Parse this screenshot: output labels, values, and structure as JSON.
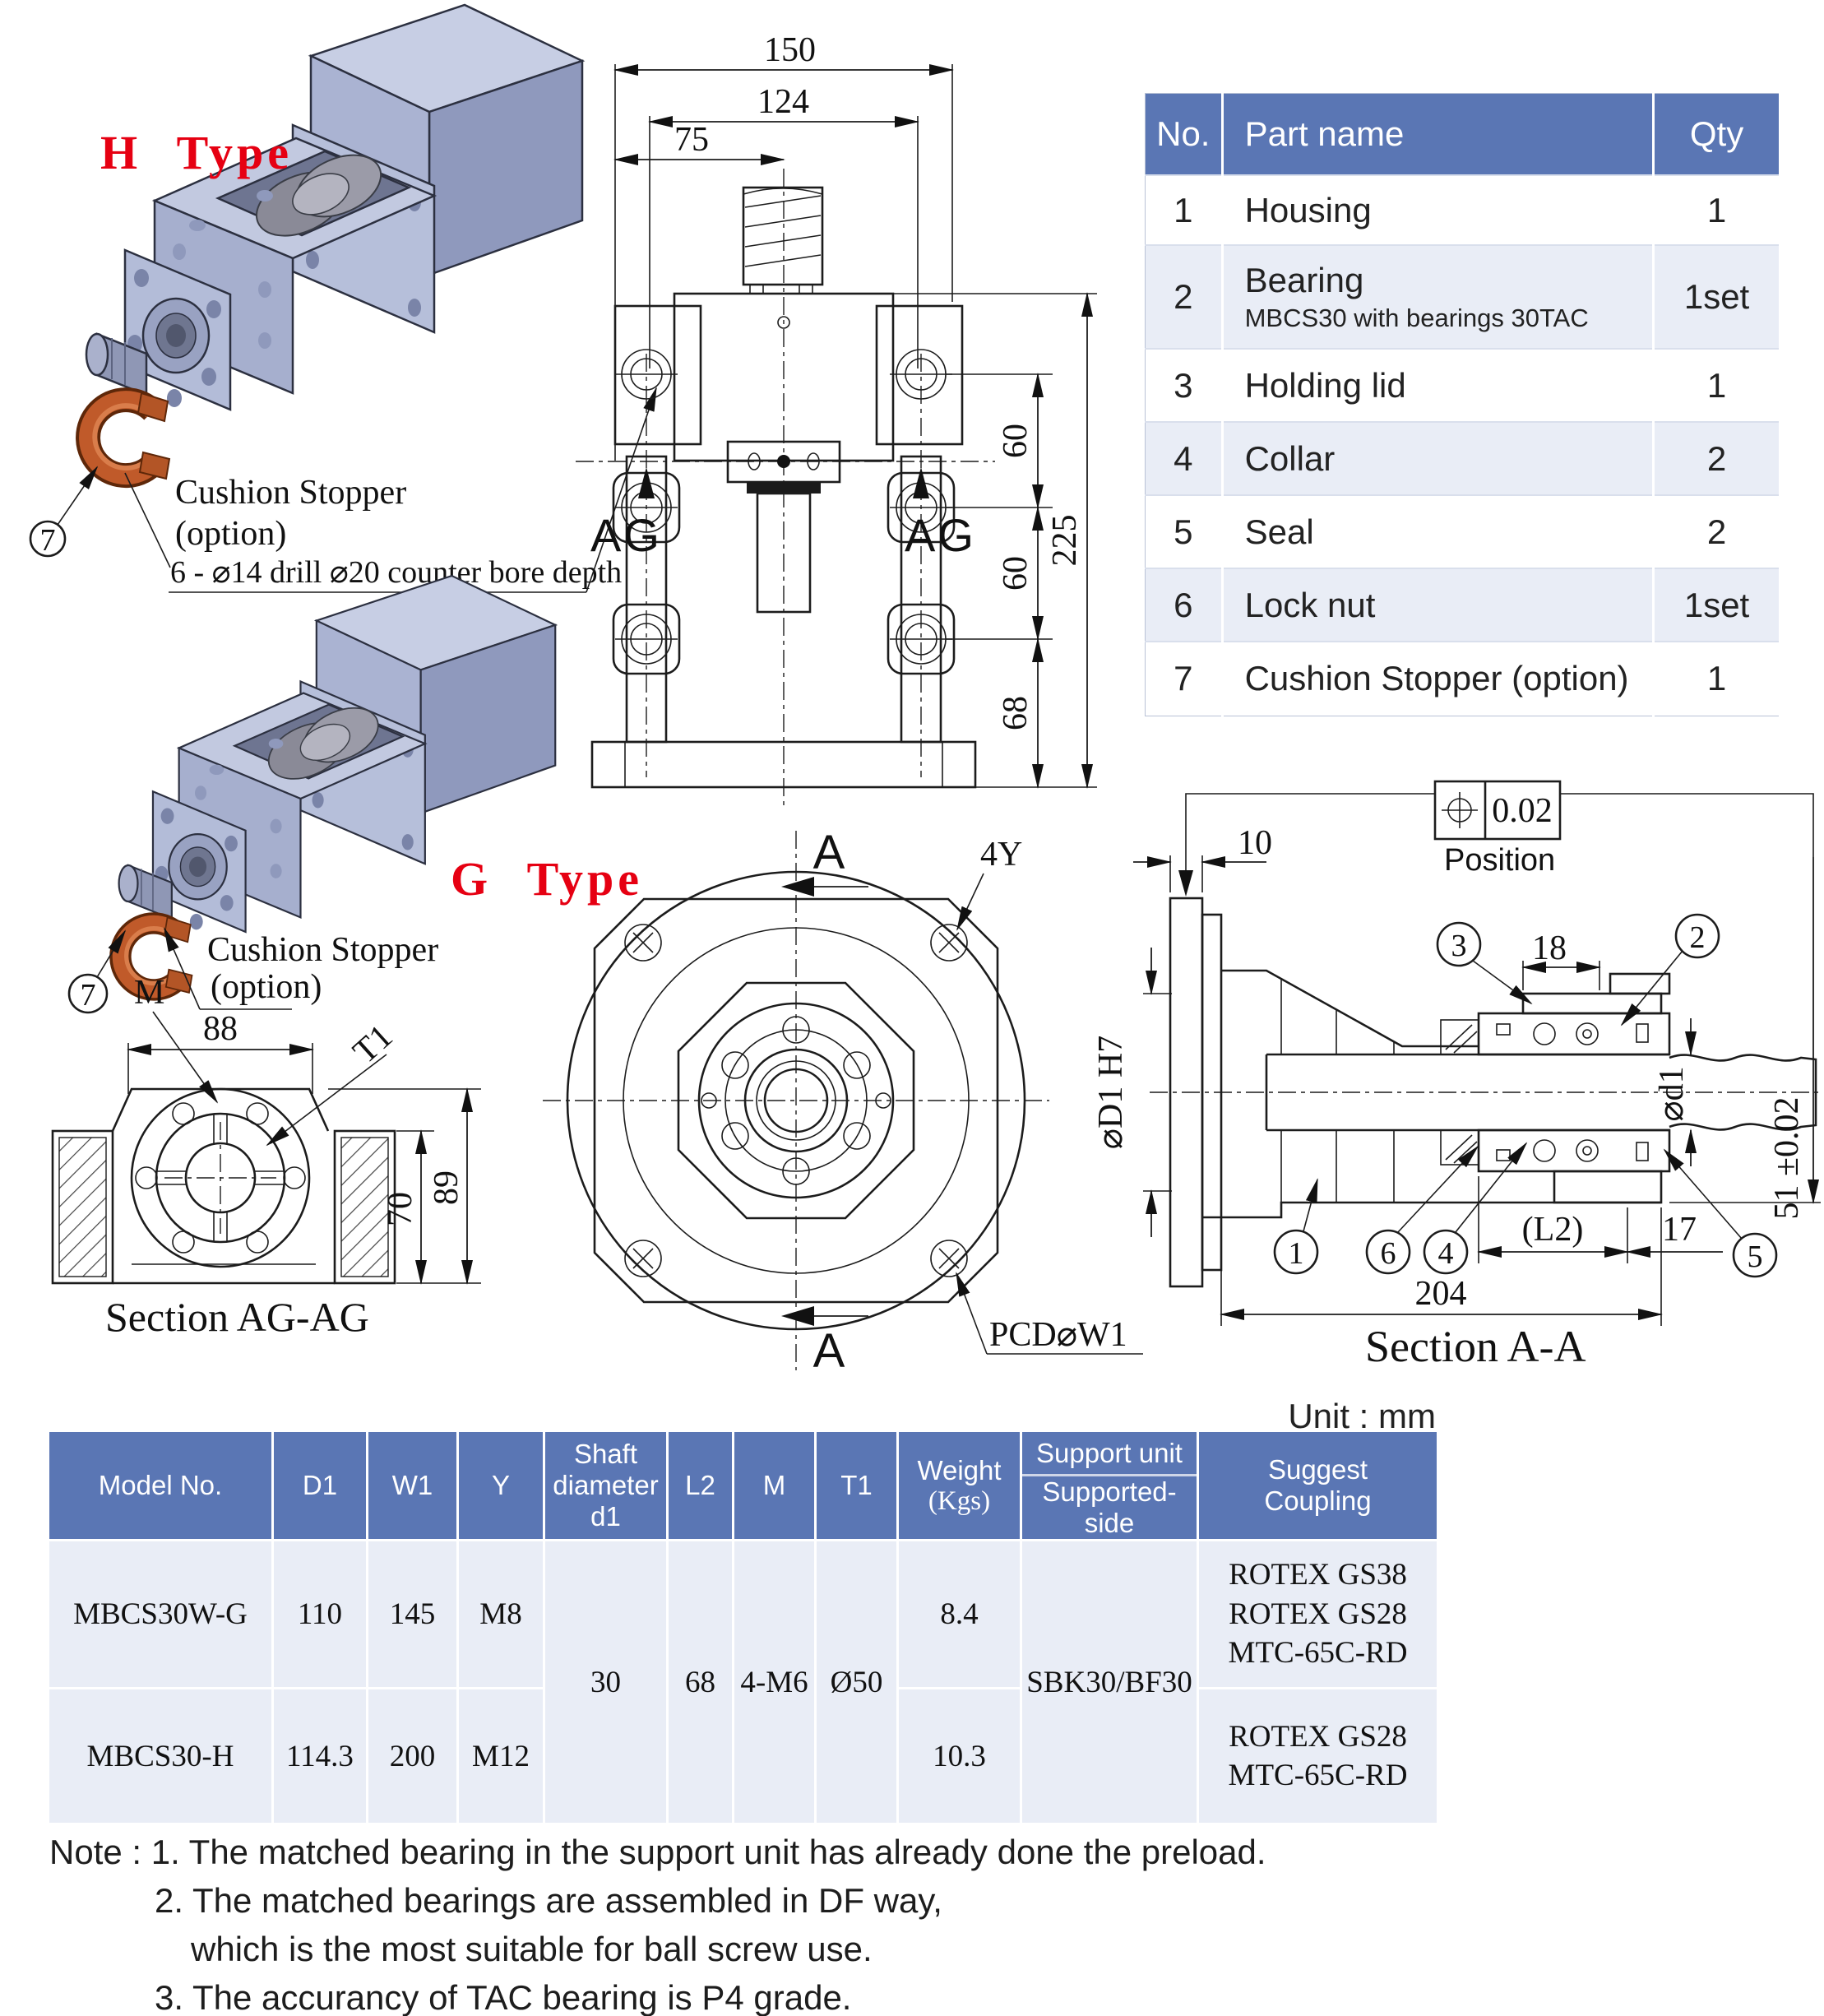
{
  "labels": {
    "h_type": "H Type",
    "g_type": "G Type",
    "cushion_stopper": "Cushion Stopper",
    "option": "(option)",
    "counter_bore": "6 - ⌀14 drill ⌀20 counter bore depth",
    "balloon_7": "7"
  },
  "front_view": {
    "dim_150": "150",
    "dim_124": "124",
    "dim_75": "75",
    "dim_60a": "60",
    "dim_60b": "60",
    "dim_68": "68",
    "dim_225": "225",
    "ag_left": "AG",
    "ag_right": "AG"
  },
  "circular_view": {
    "section_a_top": "A",
    "section_a_bottom": "A",
    "label_4y": "4Y",
    "label_pcd": "PCD⌀W1"
  },
  "section_ag": {
    "caption": "Section AG-AG",
    "dim_88": "88",
    "dim_70": "70",
    "dim_89": "89",
    "label_m": "M",
    "label_t1": "T1"
  },
  "section_aa": {
    "caption": "Section A-A",
    "tol_value": "0.02",
    "tol_label": "Position",
    "dim_10": "10",
    "dim_18": "18",
    "dim_l2": "(L2)",
    "dim_17": "17",
    "dim_204": "204",
    "dim_51": "51 ±0.02",
    "dim_shaft": "⌀d1",
    "dim_bore": "⌀D1 H7",
    "balloon_1": "1",
    "balloon_2": "2",
    "balloon_3": "3",
    "balloon_4": "4",
    "balloon_5": "5",
    "balloon_6": "6"
  },
  "parts_table": {
    "col_no": "No.",
    "col_part": "Part name",
    "col_qty": "Qty",
    "rows": [
      {
        "no": "1",
        "name": "Housing",
        "sub": "",
        "qty": "1"
      },
      {
        "no": "2",
        "name": "Bearing",
        "sub": "MBCS30 with bearings 30TAC",
        "qty": "1set"
      },
      {
        "no": "3",
        "name": "Holding lid",
        "sub": "",
        "qty": "1"
      },
      {
        "no": "4",
        "name": "Collar",
        "sub": "",
        "qty": "2"
      },
      {
        "no": "5",
        "name": "Seal",
        "sub": "",
        "qty": "2"
      },
      {
        "no": "6",
        "name": "Lock nut",
        "sub": "",
        "qty": "1set"
      },
      {
        "no": "7",
        "name": "Cushion Stopper (option)",
        "sub": "",
        "qty": "1"
      }
    ]
  },
  "spec_table": {
    "unit_label": "Unit : mm",
    "headers": {
      "model": "Model No.",
      "d1": "D1",
      "w1": "W1",
      "y": "Y",
      "shaft": [
        "Shaft",
        "diameter",
        "d1"
      ],
      "l2": "L2",
      "m": "M",
      "t1": "T1",
      "weight": [
        "Weight",
        "(Kgs)"
      ],
      "support": "Support unit",
      "supported": "Supported-side",
      "suggest": [
        "Suggest",
        "Coupling"
      ]
    },
    "shared": {
      "shaft_dia": "30",
      "l2": "68",
      "m": "4-M6",
      "t1": "Ø50",
      "supported_side": "SBK30/BF30"
    },
    "rows": [
      {
        "model": "MBCS30W-G",
        "d1": "110",
        "w1": "145",
        "y": "M8",
        "weight": "8.4",
        "coupling": [
          "ROTEX GS38",
          "ROTEX GS28",
          "MTC-65C-RD"
        ]
      },
      {
        "model": "MBCS30-H",
        "d1": "114.3",
        "w1": "200",
        "y": "M12",
        "weight": "10.3",
        "coupling": [
          "ROTEX GS28",
          "MTC-65C-RD"
        ]
      }
    ]
  },
  "notes": {
    "line1": "Note : 1. The matched bearing in the support unit has already done the preload.",
    "line2": "2. The matched bearings are assembled in DF way,",
    "line3": "which is the most suitable for ball screw use.",
    "line4": "3. The accurancy of TAC bearing is P4 grade."
  },
  "colors": {
    "accent_red": "#e60012",
    "table_header_blue": "#5a76b4",
    "table_row_alt": "#e9edf6",
    "stopper_orange": "#c05a2a",
    "model_body": "#aab3d2"
  }
}
